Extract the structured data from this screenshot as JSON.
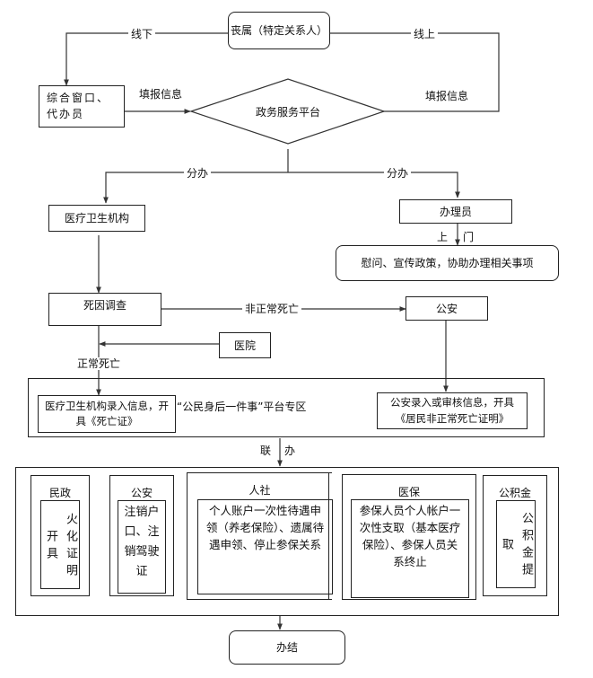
{
  "start": {
    "label": "丧属（特定关系人）"
  },
  "branches": {
    "offline": "线下",
    "online": "线上"
  },
  "window_box": {
    "label": "综合窗口、代办员"
  },
  "fill_info_left": "填报信息",
  "fill_info_right": "填报信息",
  "platform": {
    "label": "政务服务平台"
  },
  "split_left": "分办",
  "split_right": "分办",
  "medical_org": {
    "label": "医疗卫生机构"
  },
  "handler": {
    "label": "办理员"
  },
  "visit_label": [
    "上",
    "门"
  ],
  "visit_box": {
    "label": "慰问、宣传政策，协助办理相关事项"
  },
  "death_investigation": {
    "label": "死因调查"
  },
  "abnormal_death": "非正常死亡",
  "police": {
    "label": "公安"
  },
  "hospital": {
    "label": "医院"
  },
  "normal_death": "正常死亡",
  "zone": {
    "title": "“公民身后一件事”平台专区",
    "left_box": "医疗卫生机构录入信息，开具《死亡证》",
    "right_box": "公安录入或审核信息，开具《居民非正常死亡证明》"
  },
  "joint": [
    "联",
    "办"
  ],
  "departments": [
    {
      "name": "民政",
      "task": "火化证明开具",
      "vertical": true
    },
    {
      "name": "公安",
      "task": "注销户口、注销驾驶证",
      "vertical": false
    },
    {
      "name": "人社",
      "task": "个人账户一次性待遇申领（养老保险）、遗属待遇申领、停止参保关系",
      "vertical": false
    },
    {
      "name": "医保",
      "task": "参保人员个人帐户一次性支取（基本医疗保险）、参保人员关系终止",
      "vertical": false
    },
    {
      "name": "公积金",
      "task": "公积金提取",
      "vertical": true
    }
  ],
  "end": {
    "label": "办结"
  }
}
